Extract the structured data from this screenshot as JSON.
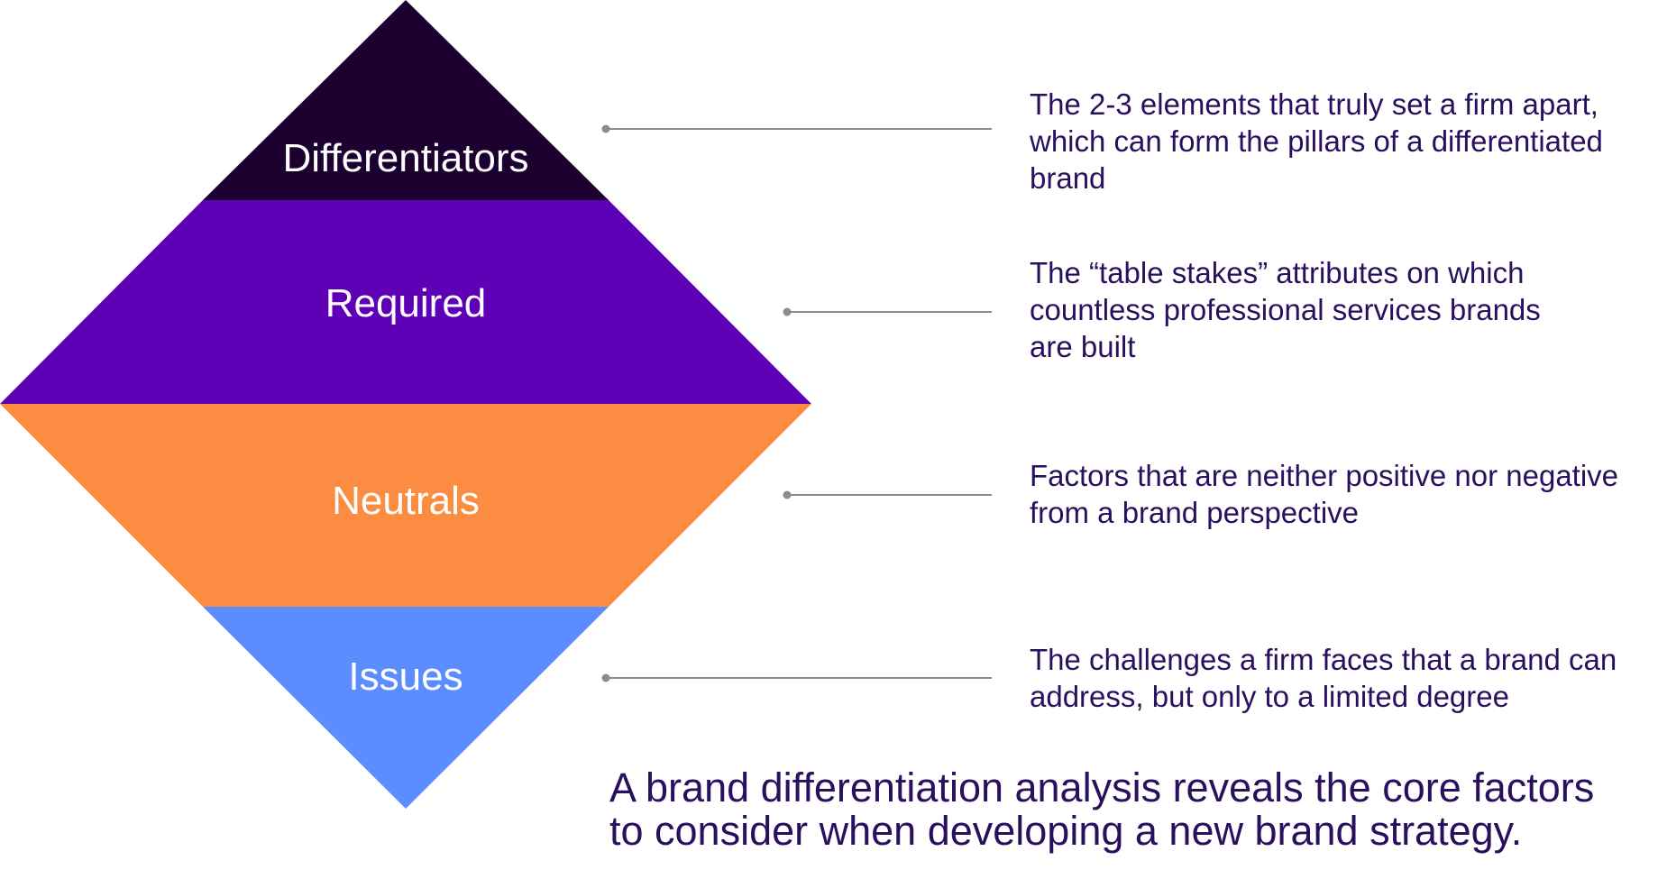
{
  "tiers": [
    {
      "label": "Differentiators",
      "color": "#1c0030",
      "description": [
        "The 2-3 elements that truly set a firm apart,",
        "which can form the pillars of a differentiated",
        "brand"
      ]
    },
    {
      "label": "Required",
      "color": "#5e00b5",
      "description": [
        "The “table stakes” attributes on which",
        "countless professional services brands",
        "are built"
      ]
    },
    {
      "label": "Neutrals",
      "color": "#fb8c41",
      "description": [
        "Factors that are neither positive nor negative",
        "from a brand perspective"
      ]
    },
    {
      "label": "Issues",
      "color": "#5b8dff",
      "description": [
        "The challenges a firm faces that a brand can",
        "address, but only to a limited degree"
      ]
    }
  ],
  "connector_color": "#8c8c8c",
  "text_color": "#2a0f5e",
  "caption": [
    "A brand differentiation analysis reveals the core factors",
    "to consider when developing a new brand strategy."
  ]
}
